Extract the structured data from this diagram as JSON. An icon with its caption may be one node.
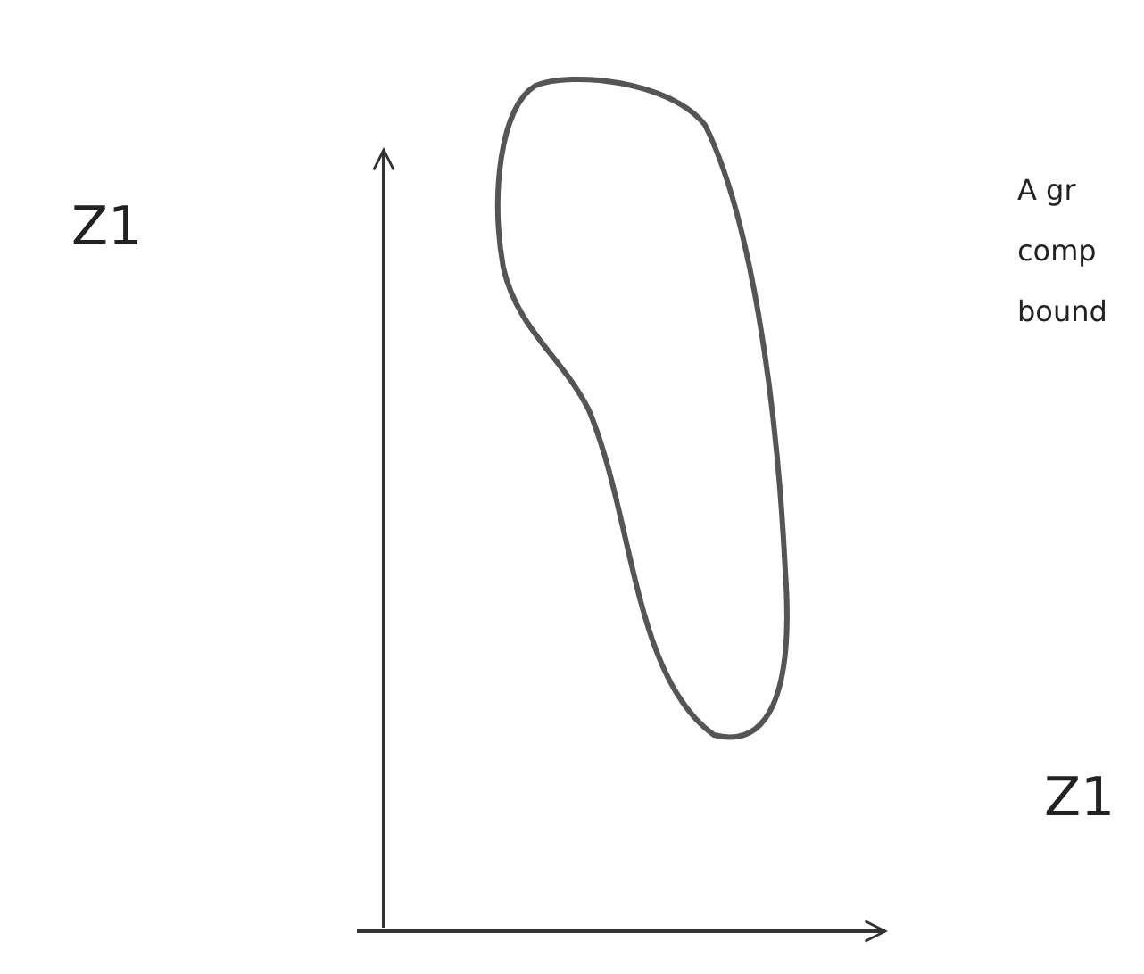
{
  "diagram": {
    "nodes": [
      {
        "text": [],
        "shape": "region"
      }
    ],
    "labels": [
      "Z1",
      "A gr comp bound",
      "Z1"
    ]
  }
}
